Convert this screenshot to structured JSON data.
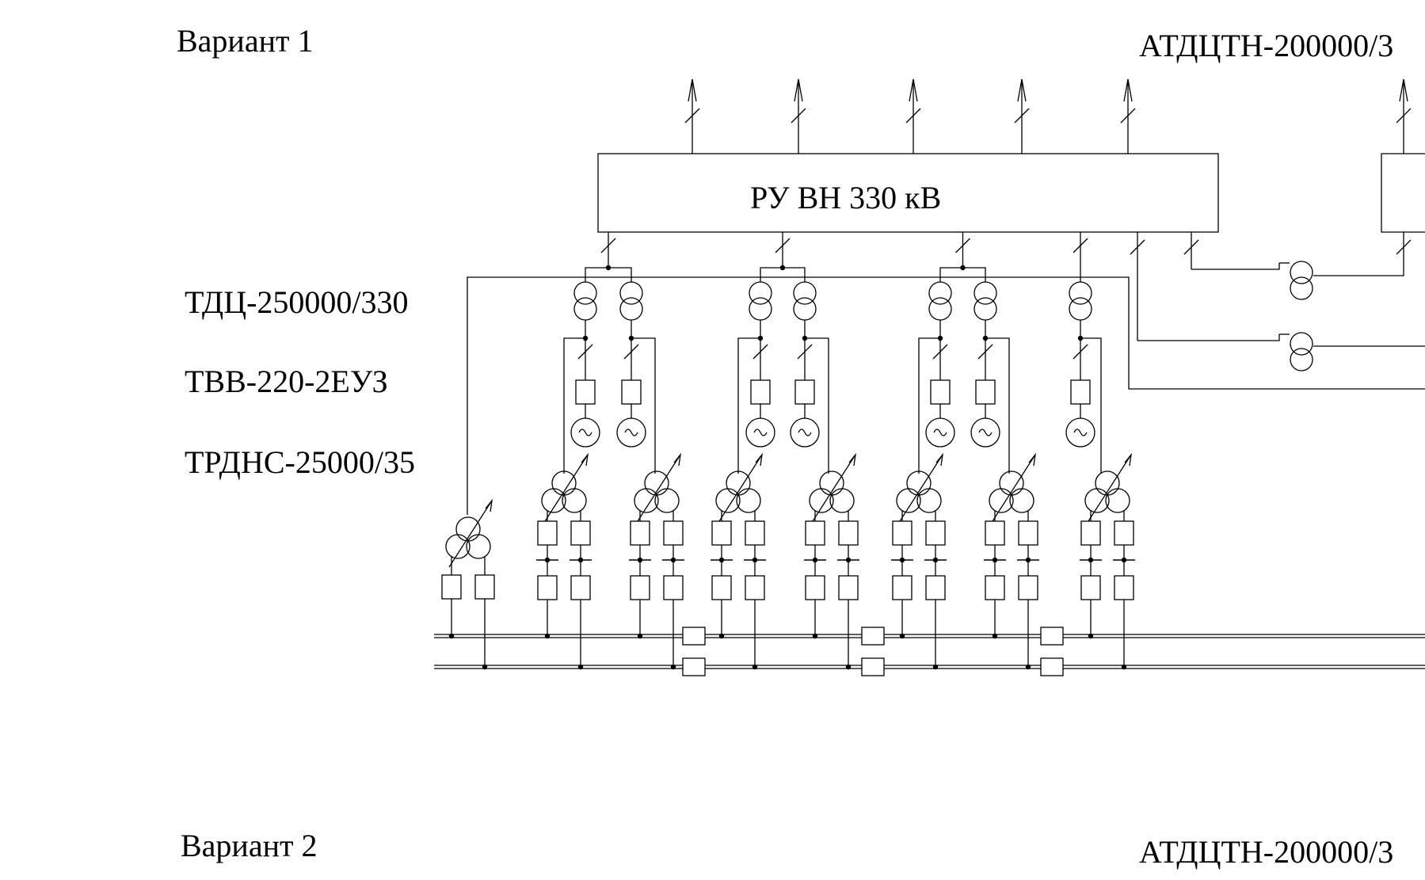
{
  "variant1": {
    "title": "Вариант 1",
    "autotransformer_label": "АТДЦТН-200000/3"
  },
  "variant2": {
    "title": "Вариант 2",
    "autotransformer_label": "АТДЦТН-200000/3"
  },
  "switchgear": {
    "label": "РУ ВН  330 кВ"
  },
  "legend": {
    "transformer": "ТДЦ-250000/330",
    "generator": "ТВВ-220-2ЕУЗ",
    "aux_transformer": "ТРДНС-25000/35"
  },
  "icons": [
    "transformer-icon",
    "generator-icon",
    "breaker-icon",
    "arrow-up-icon"
  ],
  "colors": {
    "line": "#000000",
    "background": "#ffffff"
  }
}
